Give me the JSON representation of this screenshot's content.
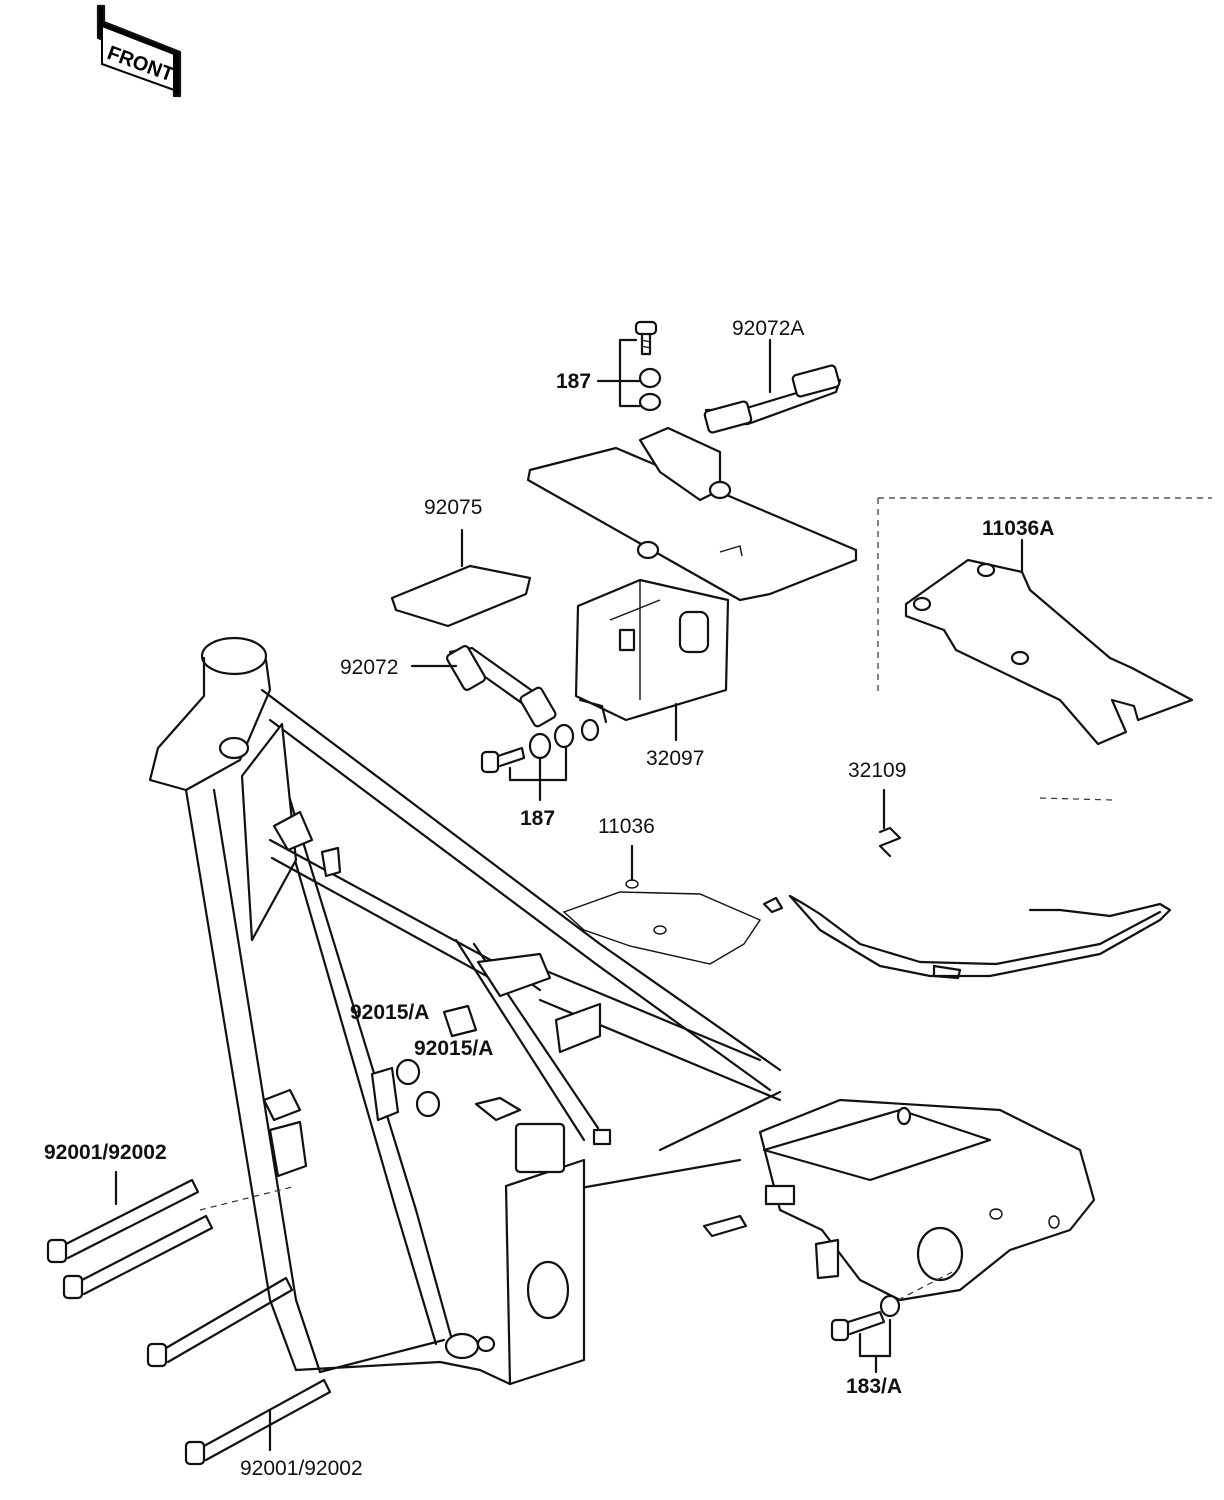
{
  "front_badge": {
    "text": "FRONT"
  },
  "labels": {
    "p187_top": "187",
    "p92072A": "92072A",
    "p92075": "92075",
    "p11036A": "11036A",
    "p92072": "92072",
    "p32097": "32097",
    "p187_bottom": "187",
    "p32109": "32109",
    "p11036": "11036",
    "p92015A_1": "92015/A",
    "p92015A_2": "92015/A",
    "p92001_top": "92001/92002",
    "p183A": "183/A",
    "p92001_bottom": "92001/92002"
  },
  "colors": {
    "ink": "#111111",
    "paper": "#ffffff"
  }
}
